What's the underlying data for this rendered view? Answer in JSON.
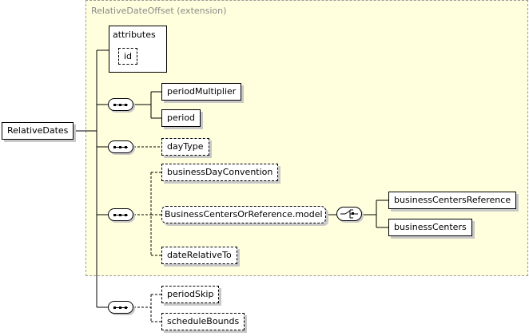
{
  "diagram": {
    "extension_title": "RelativeDateOffset (extension)",
    "root": "RelativeDates",
    "attributes_label": "attributes",
    "attribute_id": "id",
    "elements": {
      "periodMultiplier": "periodMultiplier",
      "period": "period",
      "dayType": "dayType",
      "businessDayConvention": "businessDayConvention",
      "businessCentersOrReference": "BusinessCentersOrReference.model",
      "businessCentersReference": "businessCentersReference",
      "businessCenters": "businessCenters",
      "dateRelativeTo": "dateRelativeTo",
      "periodSkip": "periodSkip",
      "scheduleBounds": "scheduleBounds"
    },
    "compositors": [
      "sequence-icon",
      "sequence-icon",
      "sequence-icon",
      "sequence-icon",
      "choice-icon"
    ]
  }
}
